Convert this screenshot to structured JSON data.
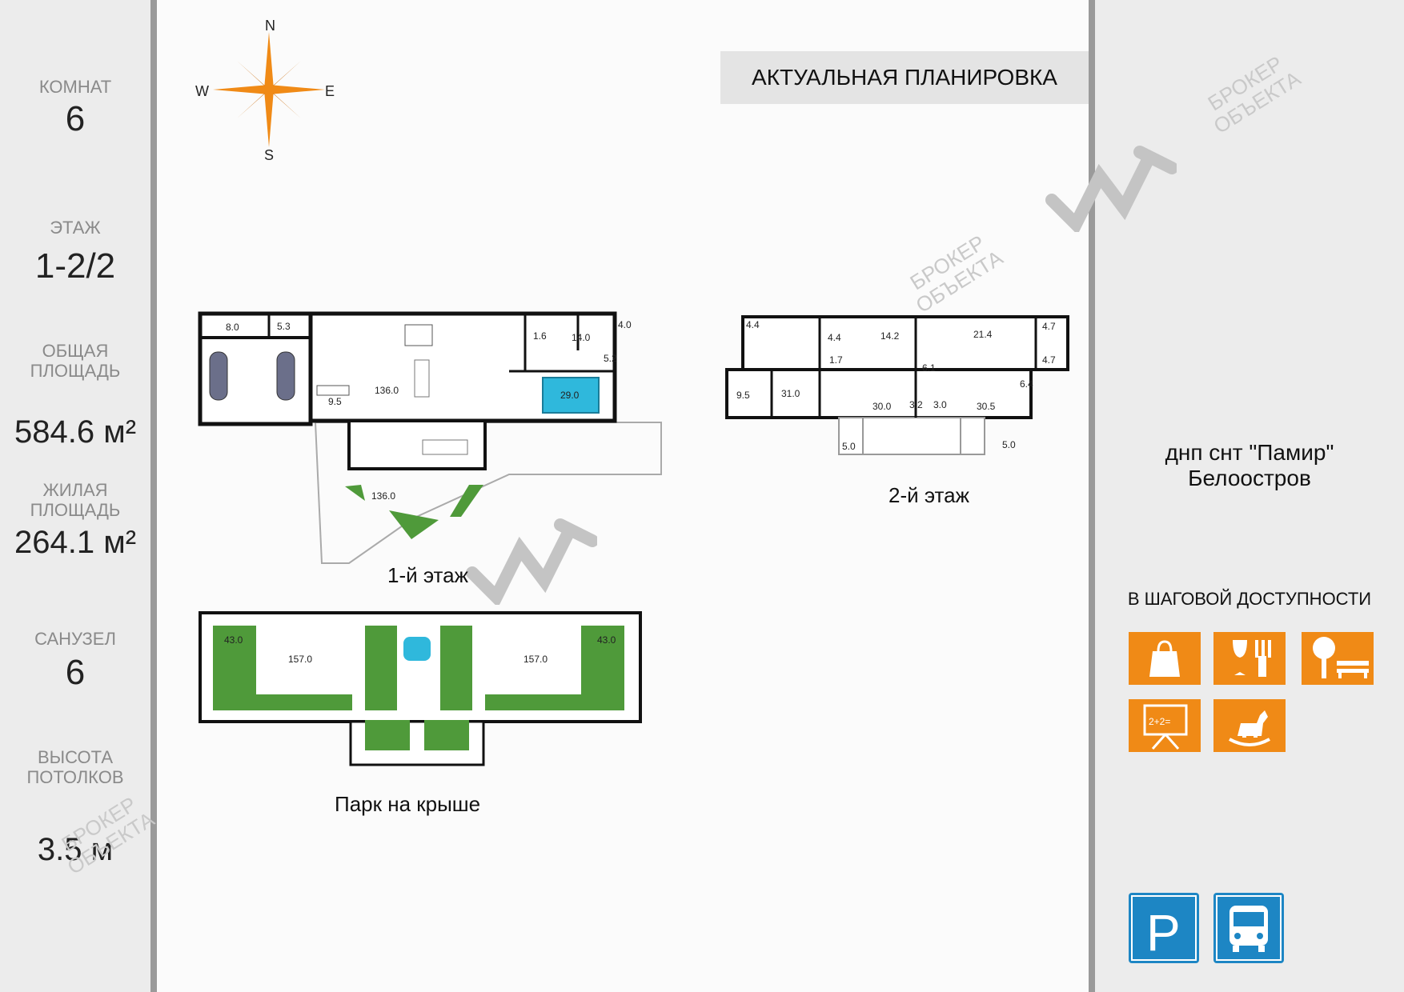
{
  "stats": [
    {
      "label": "КОМНАТ",
      "value": "6"
    },
    {
      "label": "ЭТАЖ",
      "value": "1-2/2"
    },
    {
      "label": "ОБЩАЯ ПЛОЩАДЬ",
      "value": "584.6 м²"
    },
    {
      "label": "ЖИЛАЯ ПЛОЩАДЬ",
      "value": "264.1 м²"
    },
    {
      "label": "САНУЗЕЛ",
      "value": "6"
    },
    {
      "label": "ВЫСОТА ПОТОЛКОВ",
      "value": "3.5 м"
    }
  ],
  "header": {
    "title": "АКТУАЛЬНАЯ ПЛАНИРОВКА"
  },
  "compass": {
    "n": "N",
    "s": "S",
    "e": "E",
    "w": "W"
  },
  "watermark": {
    "line1": "БРОКЕР",
    "line2": "ОБЪЕКТА"
  },
  "floors": {
    "first": {
      "label": "1-й этаж",
      "areas": [
        "8.0",
        "5.3",
        "1.6",
        "14.0",
        "4.0",
        "5.2",
        "136.0",
        "29.0",
        "9.5",
        "136.0"
      ]
    },
    "second": {
      "label": "2-й этаж",
      "areas": [
        "4.4",
        "4.4",
        "14.2",
        "21.4",
        "4.7",
        "1.7",
        "6.1",
        "4.7",
        "9.5",
        "31.0",
        "30.0",
        "3.2",
        "3.0",
        "30.5",
        "6.4",
        "5.0",
        "5.0"
      ]
    },
    "roof": {
      "label": "Парк на крыше",
      "areas": [
        "43.0",
        "157.0",
        "157.0",
        "43.0"
      ]
    }
  },
  "sidebar_right": {
    "address_line1": "днп снт \"Памир\"",
    "address_line2": "Белоостров",
    "walk_title": "В ШАГОВОЙ ДОСТУПНОСТИ",
    "amenity_icons": [
      "shopping-bag-icon",
      "restaurant-icon",
      "park-icon",
      "school-icon",
      "playground-icon"
    ],
    "school_board_text": "2+2=",
    "transport_icons": [
      "parking-icon",
      "bus-icon"
    ],
    "parking_letter": "P"
  },
  "colors": {
    "accent": "#f08a16",
    "sign_blue": "#1d86c4",
    "pool": "#2fb8dc",
    "grass": "#4f9a3a"
  }
}
